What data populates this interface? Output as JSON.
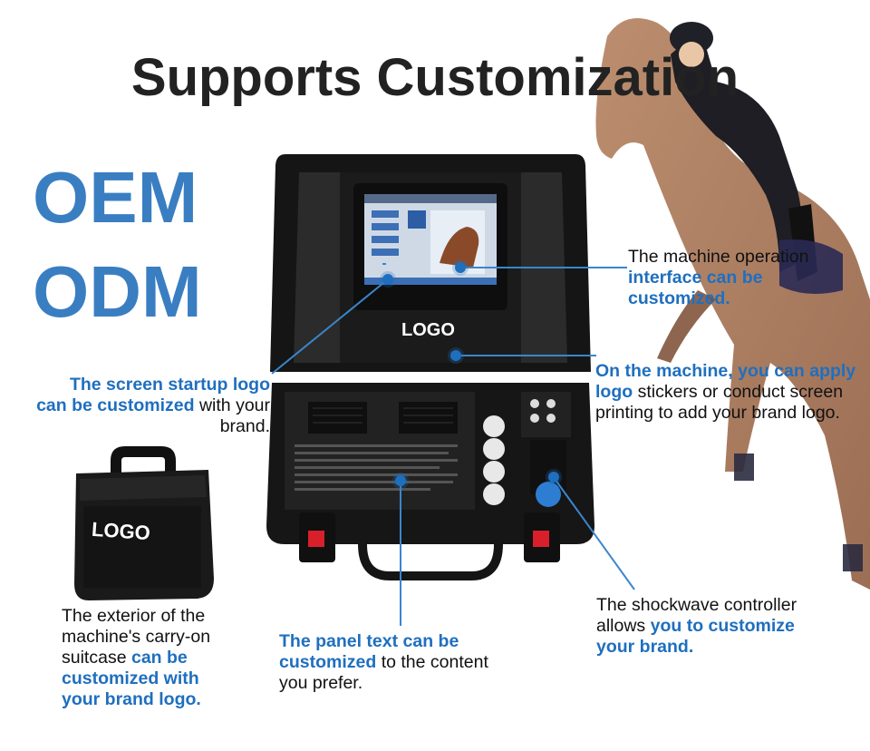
{
  "title": "Supports Customization",
  "oem": "OEM",
  "odm": "ODM",
  "case_logo": "LOGO",
  "small_case_logo": "LOGO",
  "captions": {
    "interface": {
      "normal": "The machine operation",
      "blue": "interface can be customized."
    },
    "screen_logo": {
      "blue": "The screen startup logo can be customized",
      "normal": "with your brand."
    },
    "stickers": {
      "blue": "On the machine, you can apply logo",
      "normal": "stickers or conduct screen printing to add your brand logo."
    },
    "exterior": {
      "normal": "The exterior of the machine's carry-on suitcase",
      "blue": "can be customized with your brand logo."
    },
    "panel": {
      "blue": "The panel text can be customized",
      "normal": "to the content you prefer."
    },
    "controller": {
      "normal": "The shockwave controller allows",
      "blue": "you to customize your brand."
    }
  },
  "colors": {
    "accent": "#1f6fbf",
    "oem_odm": "#3a7ec2",
    "case": "#151515"
  }
}
